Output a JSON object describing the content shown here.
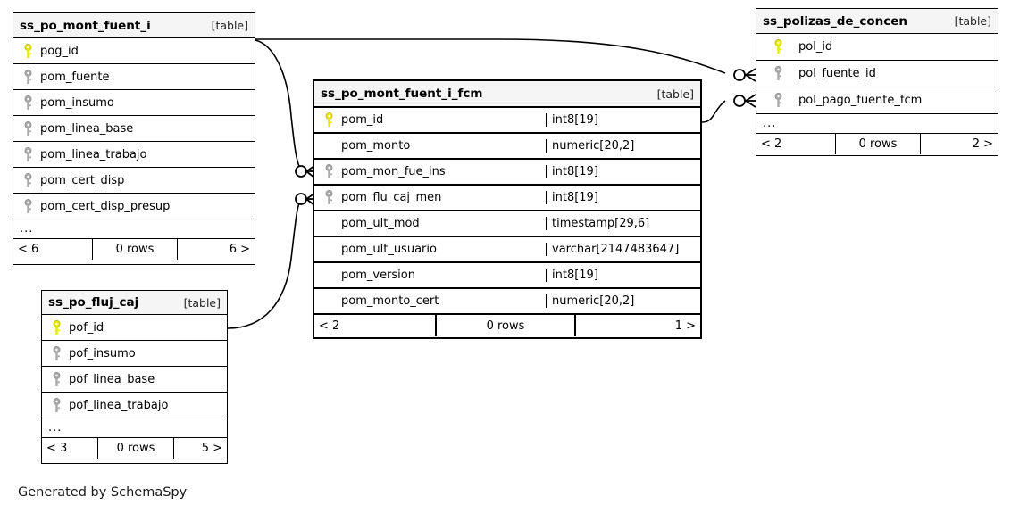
{
  "diagram": {
    "generator_note": "Generated by SchemaSpy",
    "table_tag": "[table]",
    "ellipsis": "...",
    "colors": {
      "primary_key": "#e8e800",
      "foreign_key": "#a9a9a9",
      "header_bg": "#f5f5f5",
      "border": "#000000",
      "background": "#ffffff"
    }
  },
  "entities": [
    {
      "id": "ss_po_mont_fuent_i",
      "name": "ss_po_mont_fuent_i",
      "tag": "[table]",
      "columns": [
        {
          "name": "pog_id",
          "key": "primary"
        },
        {
          "name": "pom_fuente",
          "key": "foreign"
        },
        {
          "name": "pom_insumo",
          "key": "foreign"
        },
        {
          "name": "pom_linea_base",
          "key": "foreign"
        },
        {
          "name": "pom_linea_trabajo",
          "key": "foreign"
        },
        {
          "name": "pom_cert_disp",
          "key": "foreign"
        },
        {
          "name": "pom_cert_disp_presup",
          "key": "foreign"
        }
      ],
      "more": "...",
      "footer": {
        "left": "< 6",
        "center": "0 rows",
        "right": "6 >"
      }
    },
    {
      "id": "ss_po_mont_fuent_i_fcm",
      "name": "ss_po_mont_fuent_i_fcm",
      "tag": "[table]",
      "columns": [
        {
          "name": "pom_id",
          "key": "primary",
          "type": "int8[19]"
        },
        {
          "name": "pom_monto",
          "key": "none",
          "type": "numeric[20,2]"
        },
        {
          "name": "pom_mon_fue_ins",
          "key": "foreign",
          "type": "int8[19]"
        },
        {
          "name": "pom_flu_caj_men",
          "key": "foreign",
          "type": "int8[19]"
        },
        {
          "name": "pom_ult_mod",
          "key": "none",
          "type": "timestamp[29,6]"
        },
        {
          "name": "pom_ult_usuario",
          "key": "none",
          "type": "varchar[2147483647]"
        },
        {
          "name": "pom_version",
          "key": "none",
          "type": "int8[19]"
        },
        {
          "name": "pom_monto_cert",
          "key": "none",
          "type": "numeric[20,2]"
        }
      ],
      "footer": {
        "left": "< 2",
        "center": "0 rows",
        "right": "1 >"
      }
    },
    {
      "id": "ss_polizas_de_concen",
      "name": "ss_polizas_de_concen",
      "tag": "[table]",
      "columns": [
        {
          "name": "pol_id",
          "key": "primary"
        },
        {
          "name": "pol_fuente_id",
          "key": "foreign"
        },
        {
          "name": "pol_pago_fuente_fcm",
          "key": "foreign"
        }
      ],
      "more": "...",
      "footer": {
        "left": "< 2",
        "center": "0 rows",
        "right": "2 >"
      }
    },
    {
      "id": "ss_po_fluj_caj",
      "name": "ss_po_fluj_caj",
      "tag": "[table]",
      "columns": [
        {
          "name": "pof_id",
          "key": "primary"
        },
        {
          "name": "pof_insumo",
          "key": "foreign"
        },
        {
          "name": "pof_linea_base",
          "key": "foreign"
        },
        {
          "name": "pof_linea_trabajo",
          "key": "foreign"
        }
      ],
      "more": "...",
      "footer": {
        "left": "< 3",
        "center": "0 rows",
        "right": "5 >"
      }
    }
  ],
  "relationships": [
    {
      "from": "ss_po_mont_fuent_i.pog_id",
      "to": "ss_polizas_de_concen.pol_fuente_id"
    },
    {
      "from": "ss_po_mont_fuent_i.pog_id",
      "to": "ss_po_mont_fuent_i_fcm.pom_mon_fue_ins"
    },
    {
      "from": "ss_po_mont_fuent_i_fcm.pom_id",
      "to": "ss_polizas_de_concen.pol_pago_fuente_fcm"
    },
    {
      "from": "ss_po_fluj_caj.pof_id",
      "to": "ss_po_mont_fuent_i_fcm.pom_flu_caj_men"
    }
  ]
}
